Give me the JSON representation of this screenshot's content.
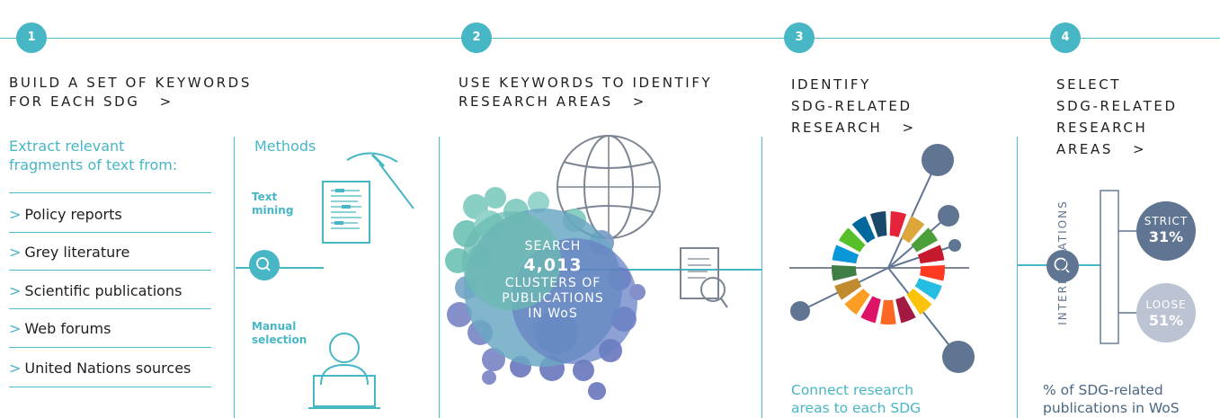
{
  "steps": [
    {
      "number": "1",
      "title_line1": "BUILD A SET OF KEYWORDS",
      "title_line2": "FOR EACH SDG   >"
    },
    {
      "number": "2",
      "title_line1": "USE KEYWORDS TO IDENTIFY",
      "title_line2": "RESEARCH AREAS   >"
    },
    {
      "number": "3",
      "title_line1": "IDENTIFY",
      "title_line2": "SDG-RELATED",
      "title_line3": "RESEARCH   >"
    },
    {
      "number": "4",
      "title_line1": "SELECT",
      "title_line2": "SDG-RELATED",
      "title_line3": "RESEARCH",
      "title_line4": "AREAS   >"
    }
  ],
  "step1": {
    "sources_heading_line1": "Extract relevant",
    "sources_heading_line2": "fragments of text from:",
    "sources": [
      "Policy reports",
      "Grey literature",
      "Scientific publications",
      "Web forums",
      "United Nations sources"
    ],
    "bullet": ">",
    "methods_heading": "Methods",
    "method_text_mining_line1": "Text",
    "method_text_mining_line2": "mining",
    "method_manual_line1": "Manual",
    "method_manual_line2": "selection"
  },
  "step2": {
    "search_label": "SEARCH",
    "clusters_count": "4,013",
    "clusters_line1": "CLUSTERS OF",
    "clusters_line2": "PUBLICATIONS",
    "clusters_line3": "IN WoS"
  },
  "step3": {
    "caption_line1": "Connect research",
    "caption_line2": "areas to each SDG",
    "sdg_colors": [
      "#e5243b",
      "#dda63a",
      "#4c9f38",
      "#c5192d",
      "#ff3a21",
      "#26bde2",
      "#fcc30b",
      "#a21942",
      "#fd6925",
      "#dd1367",
      "#fd9d24",
      "#bf8b2e",
      "#3f7e44",
      "#0a97d9",
      "#56c02b",
      "#00689d",
      "#19486a"
    ]
  },
  "step4": {
    "interpretations_label": "INTERPRETATIONS",
    "strict_label": "STRICT",
    "strict_value": "31%",
    "loose_label": "LOOSE",
    "loose_value": "51%",
    "caption_line1": "% of SDG-related",
    "caption_line2": "publications in WoS",
    "strict_color": "#5f7591",
    "loose_color": "#bcc3d2"
  }
}
